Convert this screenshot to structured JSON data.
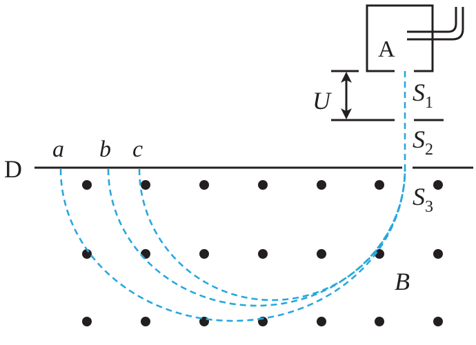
{
  "labels": {
    "source": "A",
    "voltage": "U",
    "slit1": "S",
    "slit1_sub": "1",
    "slit2": "S",
    "slit2_sub": "2",
    "slit3": "S",
    "slit3_sub": "3",
    "plate": "D",
    "field": "B",
    "point_a": "a",
    "point_b": "b",
    "point_c": "c"
  },
  "colors": {
    "ink": "#231f20",
    "trajectory": "#27a7dd"
  },
  "field_symbol": "dot (field out of page)"
}
